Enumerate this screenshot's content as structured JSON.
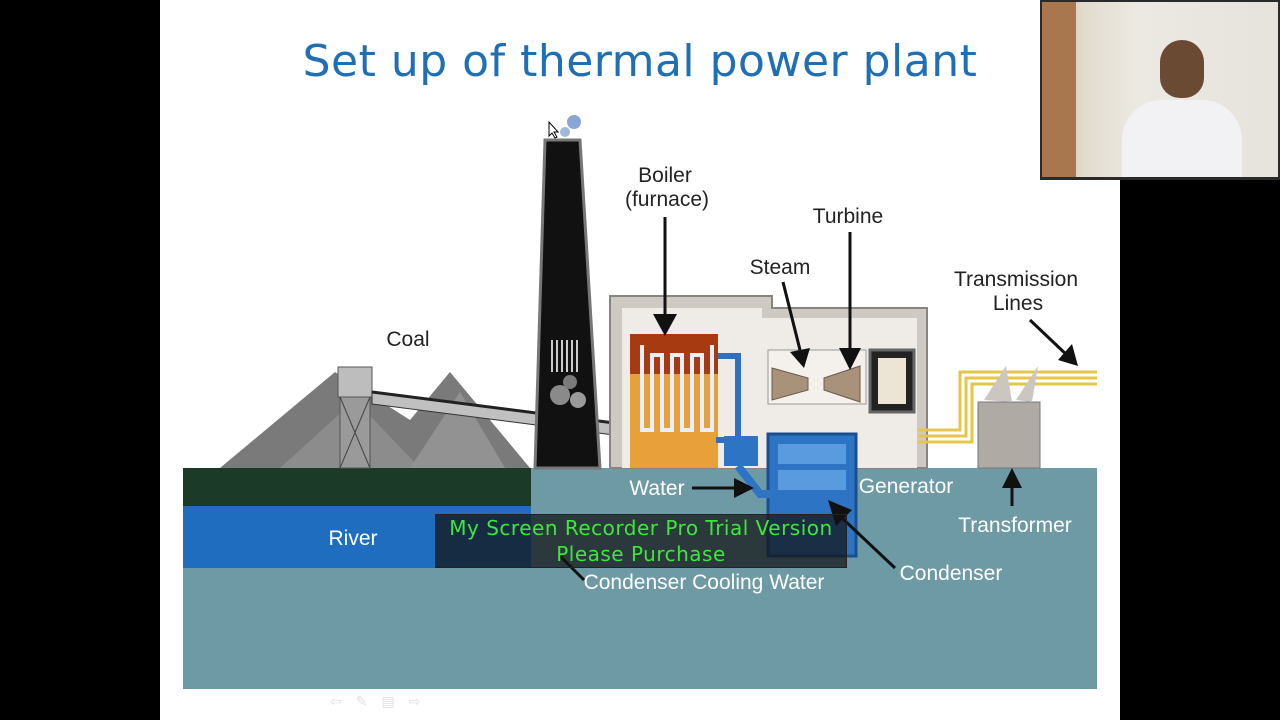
{
  "slide": {
    "title": "Set up of thermal power plant"
  },
  "diagram": {
    "labels": {
      "boiler": "Boiler",
      "furnace": "(furnace)",
      "turbine": "Turbine",
      "steam": "Steam",
      "transmission": "Transmission",
      "lines": "Lines",
      "coal": "Coal",
      "water": "Water",
      "generator": "Generator",
      "river": "River",
      "transformer": "Transformer",
      "condenser_cooling_water": "Condenser Cooling Water",
      "condenser": "Condenser"
    },
    "colors": {
      "ground": "#6e9aa6",
      "river": "#1f6dbf",
      "bank": "#1c3a28",
      "chimney": "#111111",
      "building": "#dcd6d0"
    }
  },
  "watermark": {
    "line1": "My Screen Recorder Pro Trial Version",
    "line2": "Please Purchase"
  },
  "nav": {
    "prev": "⇦",
    "pen": "✎",
    "menu": "▤",
    "next": "⇨"
  },
  "icons": {
    "cursor": "pointer-cursor-icon",
    "webcam": "presenter-video"
  }
}
